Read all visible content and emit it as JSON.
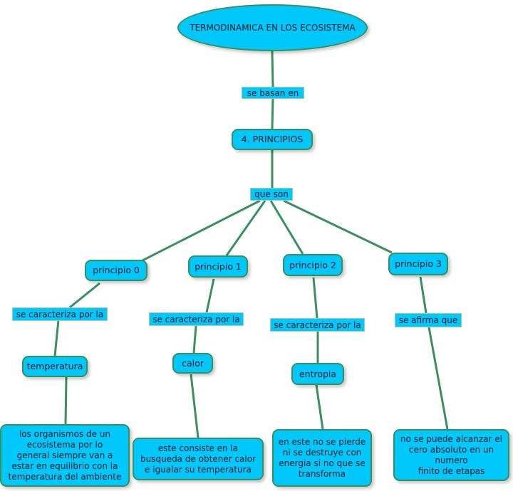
{
  "title": "TERMODINAMICA EN LOS ECOSISTEMA",
  "link_basan": "se basan en",
  "principios": "4. PRINCIPIOS",
  "link_que_son": "que son",
  "branches": [
    {
      "name": "principio 0",
      "link": "se caracteriza por la",
      "concept": "temperatura",
      "description": "los organismos de un\necosistema por lo\ngeneral siempre van a\nestar en equilibrio con la\ntemperatura del ambiente"
    },
    {
      "name": "principio 1",
      "link": "se caracteriza por la",
      "concept": "calor",
      "description": "este consiste en la\nbusqueda de obtener calor\ne igualar su temperatura"
    },
    {
      "name": "principio 2",
      "link": "se caracteriza por la",
      "concept": "entropia",
      "description": "en este no se pierde\nni se destruye con\nenergia si no que se\ntransforma"
    },
    {
      "name": "principio 3",
      "link": "se afirma que",
      "description": "no se puede alcanzar el\ncero absoluto en un\nnumero\nfinito de etapas"
    }
  ]
}
